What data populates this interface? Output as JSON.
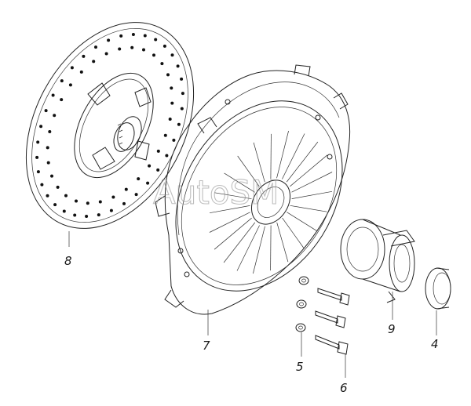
{
  "watermark": {
    "text": "AutoSM"
  },
  "callouts": [
    {
      "number": "8",
      "part": "clutch-disc"
    },
    {
      "number": "7",
      "part": "pressure-plate"
    },
    {
      "number": "5",
      "part": "washer"
    },
    {
      "number": "6",
      "part": "bolt"
    },
    {
      "number": "9",
      "part": "release-bearing"
    },
    {
      "number": "4",
      "part": "ring"
    }
  ]
}
